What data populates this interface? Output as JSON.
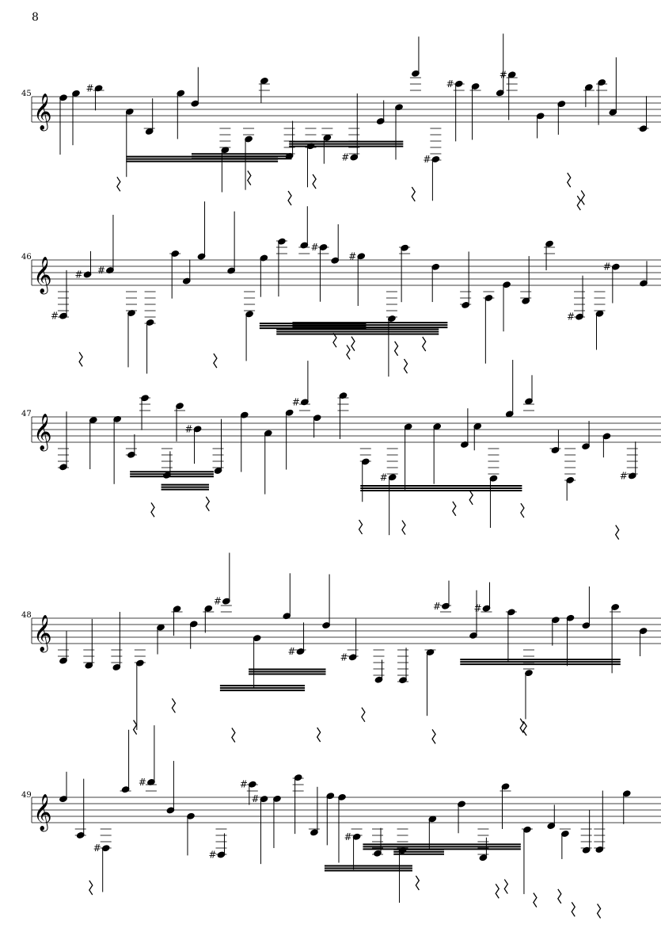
{
  "page_number": "8",
  "clef": "treble",
  "systems": [
    {
      "measure": "45"
    },
    {
      "measure": "46"
    },
    {
      "measure": "47"
    },
    {
      "measure": "48"
    },
    {
      "measure": "49"
    }
  ],
  "colors": {
    "ink": "#000000",
    "paper": "#ffffff"
  }
}
